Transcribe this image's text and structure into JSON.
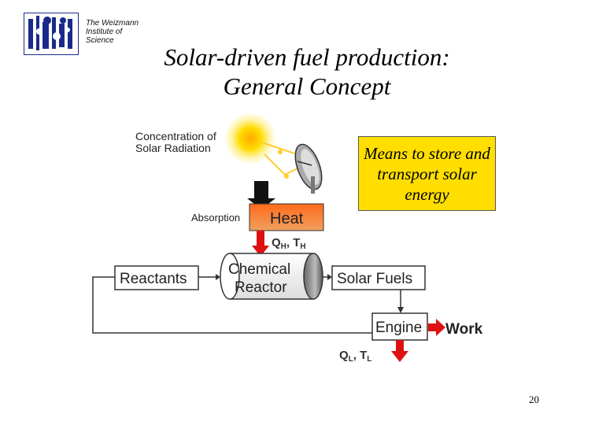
{
  "header": {
    "institute_name": "The Weizmann\nInstitute of\nScience",
    "logo_icon": "weizmann-institute-logo"
  },
  "slide": {
    "title_line1": "Solar-driven fuel production:",
    "title_line2": "General Concept",
    "page_number": "20"
  },
  "callout": {
    "text": "Means to store and transport solar energy",
    "color": "#ffde00"
  },
  "diagram": {
    "concentration_label_1": "Concentration of",
    "concentration_label_2": "Solar Radiation",
    "absorption_label": "Absorption",
    "heat_label": "Heat",
    "qh_label": "Q",
    "qh_sub": "H",
    "th_label": ", T",
    "th_sub": "H",
    "reactants_label": "Reactants",
    "reactor_label_1": "Chemical",
    "reactor_label_2": "Reactor",
    "solar_fuels_label": "Solar Fuels",
    "engine_label": "Engine",
    "work_label": "Work",
    "ql_label": "Q",
    "ql_sub": "L",
    "tl_label": ", T",
    "tl_sub": "L",
    "colors": {
      "heat_fill": "#ee7722",
      "arrow_red": "#dd1111",
      "sun": "#ffcc00"
    },
    "icons": [
      "sun-icon",
      "solar-dish-icon",
      "reactor-cylinder-icon"
    ]
  }
}
